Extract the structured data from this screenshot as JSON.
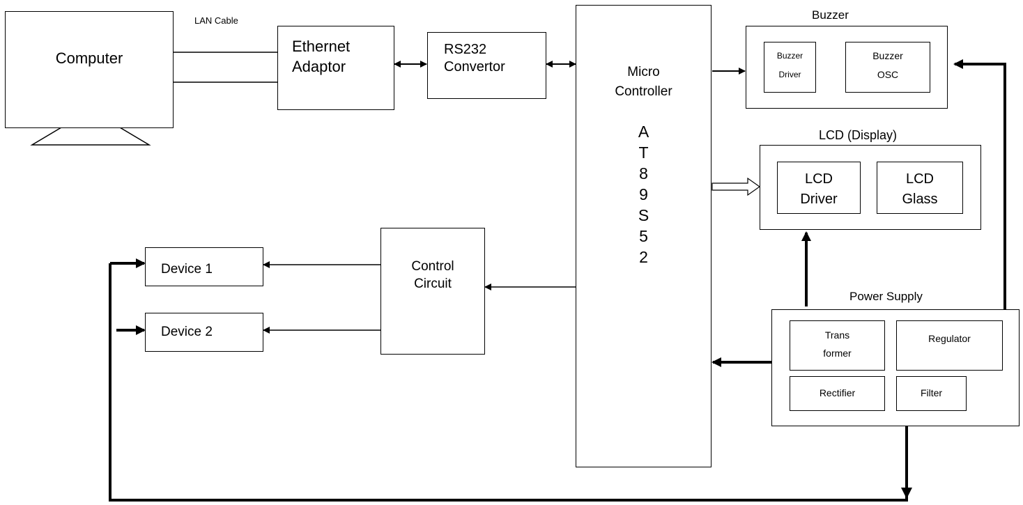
{
  "computer": {
    "label": "Computer"
  },
  "lan_cable": {
    "label": "LAN Cable"
  },
  "ethernet": {
    "line1": "Ethernet",
    "line2": "Adaptor"
  },
  "rs232": {
    "line1": "RS232",
    "line2": "Convertor"
  },
  "mcu": {
    "line1": "Micro",
    "line2": "Controller",
    "chip_chars": [
      "A",
      "T",
      "8",
      "9",
      "S",
      "5",
      "2"
    ]
  },
  "buzzer": {
    "title": "Buzzer",
    "driver": {
      "line1": "Buzzer",
      "line2": "Driver"
    },
    "osc": {
      "line1": "Buzzer",
      "line2": "OSC"
    }
  },
  "lcd": {
    "title": "LCD (Display)",
    "driver": {
      "line1": "LCD",
      "line2": "Driver"
    },
    "glass": {
      "line1": "LCD",
      "line2": "Glass"
    }
  },
  "control": {
    "line1": "Control",
    "line2": "Circuit"
  },
  "devices": {
    "device1": "Device 1",
    "device2": "Device 2"
  },
  "power": {
    "title": "Power Supply",
    "transformer": {
      "line1": "Trans",
      "line2": "former"
    },
    "regulator": "Regulator",
    "rectifier": "Rectifier",
    "filter": "Filter"
  }
}
